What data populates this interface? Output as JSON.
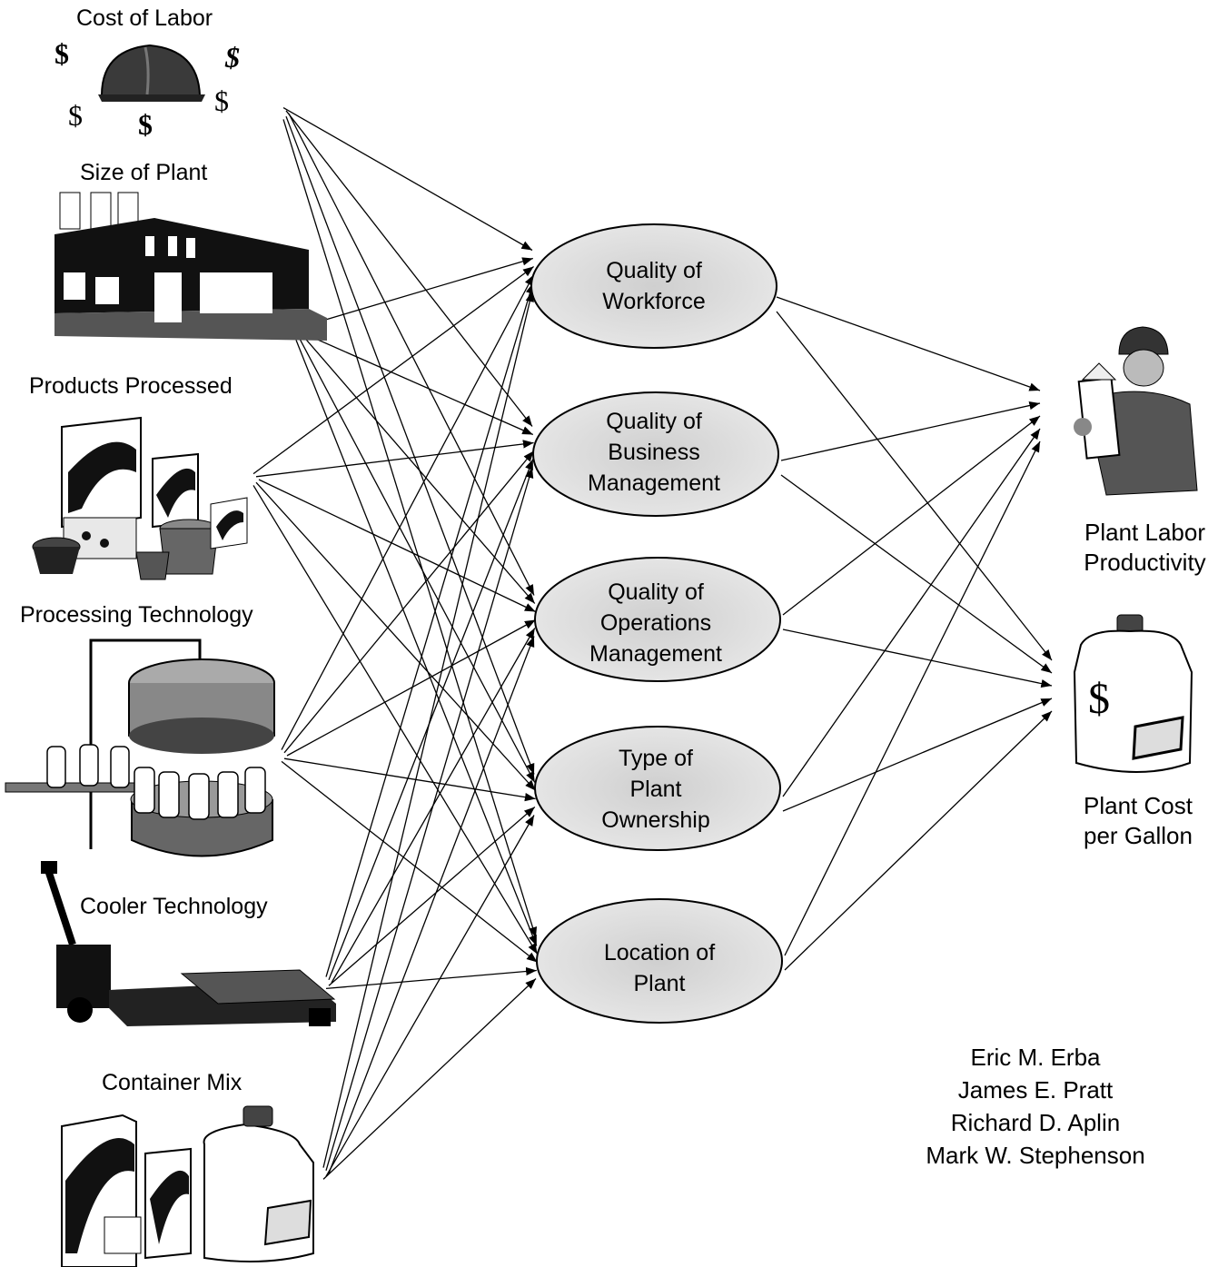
{
  "factors": {
    "cost_of_labor": "Cost of Labor",
    "size_of_plant": "Size of Plant",
    "products_processed": "Products Processed",
    "processing_technology": "Processing Technology",
    "cooler_technology": "Cooler Technology",
    "container_mix": "Container Mix"
  },
  "intermediates": {
    "workforce": "Quality of\nWorkforce",
    "business": "Quality of\nBusiness\nManagement",
    "operations": "Quality of\nOperations\nManagement",
    "ownership": "Type of\nPlant\nOwnership",
    "location": "Location of\nPlant"
  },
  "outcomes": {
    "productivity_line1": "Plant Labor",
    "productivity_line2": "Productivity",
    "cost_line1": "Plant Cost",
    "cost_line2": "per Gallon"
  },
  "currency_symbol": "$",
  "authors": [
    "Eric M. Erba",
    "James E. Pratt",
    "Richard D. Aplin",
    "Mark W. Stephenson"
  ]
}
